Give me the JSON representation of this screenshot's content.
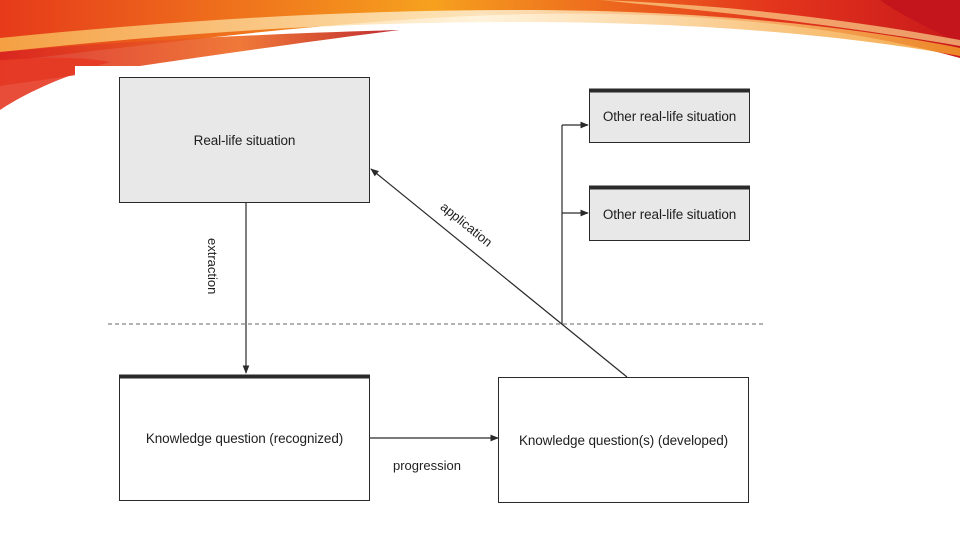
{
  "diagram": {
    "nodes": {
      "real_life": "Real-life situation",
      "other_1": "Other real-life situation",
      "other_2": "Other real-life situation",
      "kq_recognized": "Knowledge question (recognized)",
      "kq_developed": "Knowledge question(s) (developed)"
    },
    "edges": {
      "extraction": "extraction",
      "application": "application",
      "progression": "progression"
    }
  },
  "colors": {
    "box_fill_shaded": "#e8e8e8",
    "box_border": "#2a2a2a",
    "divider": "#9a9a9a",
    "banner_red": "#d9201e",
    "banner_orange": "#f28a1c"
  }
}
